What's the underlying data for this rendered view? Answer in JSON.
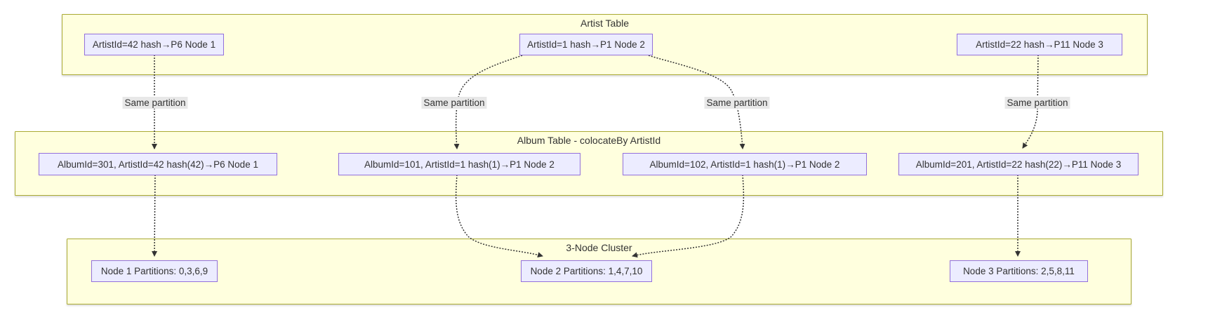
{
  "clusters": {
    "artist": {
      "title": "Artist Table"
    },
    "album": {
      "title": "Album Table - colocateBy ArtistId"
    },
    "nodecluster": {
      "title": "3-Node Cluster"
    }
  },
  "nodes": {
    "artist1": {
      "label": "ArtistId=42 hash→P6 Node 1"
    },
    "artist2": {
      "label": "ArtistId=1 hash→P1 Node 2"
    },
    "artist3": {
      "label": "ArtistId=22 hash→P11 Node 3"
    },
    "album1": {
      "label": "AlbumId=301, ArtistId=42 hash(42)→P6 Node 1"
    },
    "album2": {
      "label": "AlbumId=101, ArtistId=1 hash(1)→P1 Node 2"
    },
    "album3": {
      "label": "AlbumId=102, ArtistId=1 hash(1)→P1 Node 2"
    },
    "album4": {
      "label": "AlbumId=201, ArtistId=22 hash(22)→P11 Node 3"
    },
    "node1": {
      "label": "Node 1 Partitions: 0,3,6,9"
    },
    "node2": {
      "label": "Node 2 Partitions: 1,4,7,10"
    },
    "node3": {
      "label": "Node 3 Partitions: 2,5,8,11"
    }
  },
  "edge_labels": {
    "l1": "Same partition",
    "l2": "Same partition",
    "l3": "Same partition",
    "l4": "Same partition"
  },
  "colors": {
    "node_fill": "#ECECFF",
    "node_border": "#9370DB",
    "cluster_fill": "#FFFFDE",
    "cluster_border": "#AAAA33",
    "edge": "#333333",
    "edge_label_bg": "#E8E8E8",
    "text": "#333333"
  }
}
